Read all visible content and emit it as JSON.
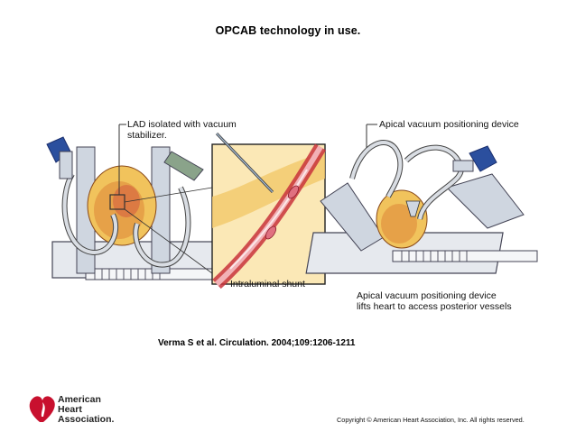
{
  "slide": {
    "title": "OPCAB technology in use.",
    "callouts": {
      "lad_label": "LAD isolated with vacuum\nstabilizer.",
      "shunt_label": "Intraluminal shunt",
      "apical_top_label": "Apical vacuum positioning device",
      "apical_bottom_label": "Apical vacuum positioning device\nlifts heart to access posterior vessels"
    },
    "citation": "Verma S et al. Circulation. 2004;109:1206-1211",
    "logo": {
      "line1": "American",
      "line2": "Heart",
      "line3": "Association."
    },
    "copyright": "Copyright © American Heart Association, Inc. All rights reserved."
  },
  "colors": {
    "heart_red": "#c8102e",
    "illustration_blue": "#2b4f9e",
    "vessel_red": "#c8323c",
    "tissue_yellow": "#f1c35c"
  }
}
